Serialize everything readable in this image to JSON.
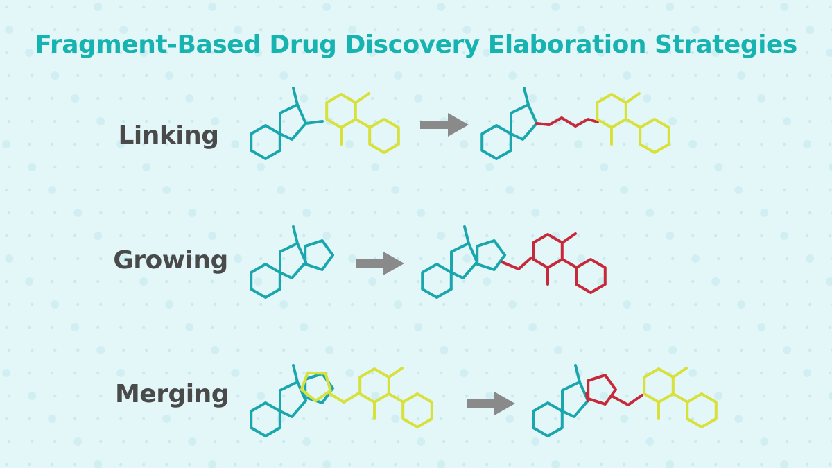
{
  "title": "Fragment-Based Drug Discovery Elaboration Strategies",
  "colors": {
    "background": "#e3f6f8",
    "dots": "#c3e9ee",
    "title": "#16b3b0",
    "label": "#4a4a4a",
    "fragment_a": "#1aa6ad",
    "fragment_b": "#d8e03a",
    "linker": "#c62a3a",
    "arrow": "#8a8a8a"
  },
  "rows": [
    {
      "label": "Linking"
    },
    {
      "label": "Growing"
    },
    {
      "label": "Merging"
    }
  ]
}
